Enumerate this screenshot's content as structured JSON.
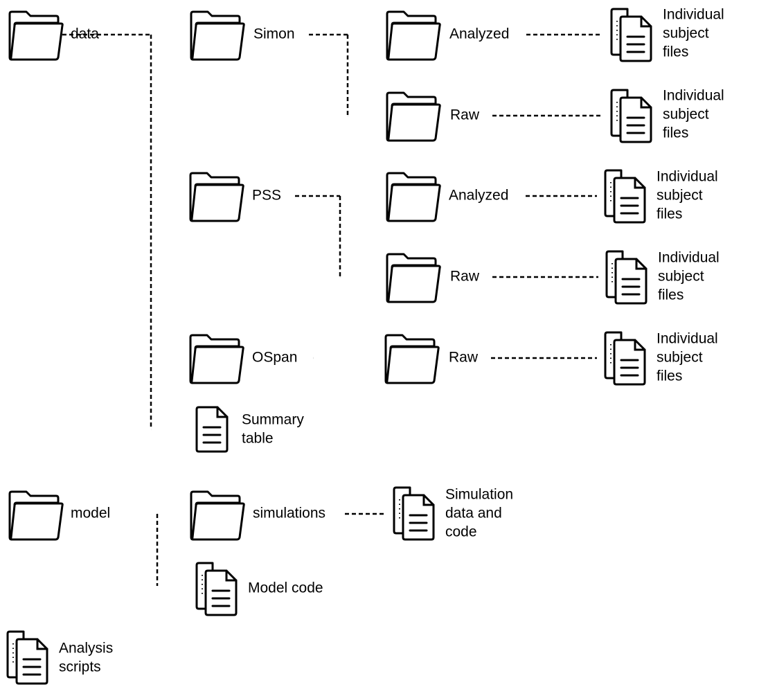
{
  "nodes": [
    {
      "id": "data",
      "type": "folder",
      "label": [
        "data"
      ]
    },
    {
      "id": "simon",
      "type": "folder",
      "label": [
        "Simon"
      ]
    },
    {
      "id": "simon-analyzed",
      "type": "folder",
      "label": [
        "Analyzed"
      ]
    },
    {
      "id": "simon-analyzed-files",
      "type": "files",
      "label": [
        "Individual",
        "subject",
        "files"
      ]
    },
    {
      "id": "simon-raw",
      "type": "folder",
      "label": [
        "Raw"
      ]
    },
    {
      "id": "simon-raw-files",
      "type": "files",
      "label": [
        "Individual",
        "subject",
        "files"
      ]
    },
    {
      "id": "pss",
      "type": "folder",
      "label": [
        "PSS"
      ]
    },
    {
      "id": "pss-analyzed",
      "type": "folder",
      "label": [
        "Analyzed"
      ]
    },
    {
      "id": "pss-analyzed-files",
      "type": "files",
      "label": [
        "Individual",
        "subject",
        "files"
      ]
    },
    {
      "id": "pss-raw",
      "type": "folder",
      "label": [
        "Raw"
      ]
    },
    {
      "id": "pss-raw-files",
      "type": "files",
      "label": [
        "Individual",
        "subject",
        "files"
      ]
    },
    {
      "id": "ospan",
      "type": "folder",
      "label": [
        "OSpan"
      ]
    },
    {
      "id": "ospan-raw",
      "type": "folder",
      "label": [
        "Raw"
      ]
    },
    {
      "id": "ospan-raw-files",
      "type": "files",
      "label": [
        "Individual",
        "subject",
        "files"
      ]
    },
    {
      "id": "summary-table",
      "type": "file",
      "label": [
        "Summary",
        "table"
      ]
    },
    {
      "id": "model",
      "type": "folder",
      "label": [
        "model"
      ]
    },
    {
      "id": "simulations",
      "type": "folder",
      "label": [
        "simulations"
      ]
    },
    {
      "id": "simulation-files",
      "type": "files",
      "label": [
        "Simulation",
        "data and",
        "code"
      ]
    },
    {
      "id": "model-code",
      "type": "files",
      "label": [
        "Model code"
      ]
    },
    {
      "id": "analysis-scripts",
      "type": "files",
      "label": [
        "Analysis",
        "scripts"
      ]
    }
  ],
  "edges": [
    [
      "data",
      "simon"
    ],
    [
      "data",
      "pss"
    ],
    [
      "data",
      "ospan"
    ],
    [
      "data",
      "summary-table"
    ],
    [
      "simon",
      "simon-analyzed"
    ],
    [
      "simon",
      "simon-raw"
    ],
    [
      "simon-analyzed",
      "simon-analyzed-files"
    ],
    [
      "simon-raw",
      "simon-raw-files"
    ],
    [
      "pss",
      "pss-analyzed"
    ],
    [
      "pss",
      "pss-raw"
    ],
    [
      "pss-analyzed",
      "pss-analyzed-files"
    ],
    [
      "pss-raw",
      "pss-raw-files"
    ],
    [
      "ospan",
      "ospan-raw"
    ],
    [
      "ospan-raw",
      "ospan-raw-files"
    ],
    [
      "model",
      "simulations"
    ],
    [
      "model",
      "model-code"
    ],
    [
      "simulations",
      "simulation-files"
    ]
  ]
}
